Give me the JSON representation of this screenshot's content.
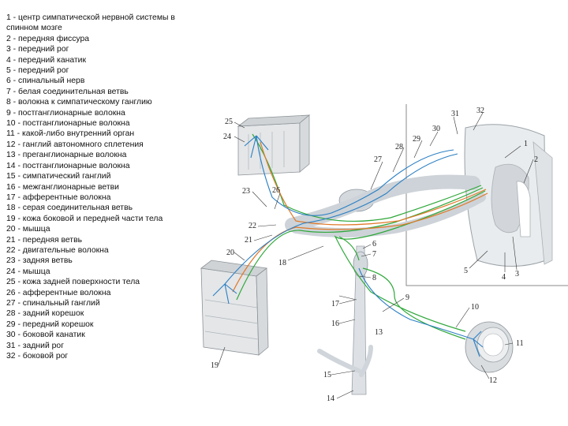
{
  "legend": [
    "1 - центр симпатической нервной системы в спинном мозге",
    "2 - передняя фиссура",
    "3 - передний рог",
    "4 - передний канатик",
    "5 - передний рог",
    "6 - спинальный нерв",
    "7 - белая соединительная ветвь",
    "8 - волокна к симпатическому ганглию",
    "9 - постганглионарные волокна",
    "10 - постганглионарные волокна",
    "11 - какой-либо внутренний орган",
    "12 - ганглий автономного сплетения",
    "13 - преганглионарные волокна",
    "14 - постганглионарные волокна",
    "15 - симпатический ганглий",
    "16 - межганглионарные ветви",
    "17 - афферентные волокна",
    "18 - серая соединительная ветвь",
    "19 - кожа боковой и передней части тела",
    "20 - мышца",
    "21 - передняя ветвь",
    "22 - двигательные волокна",
    "23 - задняя ветвь",
    "24 - мышца",
    "25 - кожа задней поверхности тела",
    "26 - афферентные волокна",
    "27 - спинальный ганглий",
    "28 - задний корешок",
    "29 - передний корешок",
    "30 - боковой канатик",
    "31 - задний рог",
    "32 - боковой рог"
  ],
  "labels": {
    "n1": "1",
    "n2": "2",
    "n3": "3",
    "n4": "4",
    "n5": "5",
    "n6": "6",
    "n7": "7",
    "n8": "8",
    "n9": "9",
    "n10": "10",
    "n11": "11",
    "n12": "12",
    "n13": "13",
    "n14": "14",
    "n15": "15",
    "n16": "16",
    "n17": "17",
    "n18": "18",
    "n19": "19",
    "n20": "20",
    "n21": "21",
    "n22": "22",
    "n23": "23",
    "n24": "24",
    "n25": "25",
    "n26": "26",
    "n27": "27",
    "n28": "28",
    "n29": "29",
    "n30": "30",
    "n31": "31",
    "n32": "32"
  },
  "colors": {
    "motor": "#2fa83a",
    "afferent": "#2a7fc4",
    "sympathetic": "#e07a2a",
    "tissue": "#d8dde2"
  }
}
